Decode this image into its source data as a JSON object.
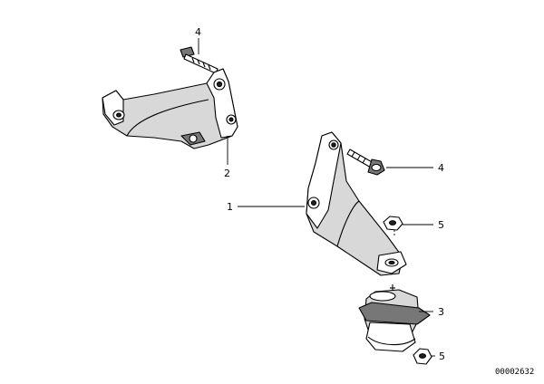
{
  "callouts": {
    "bracket_left": "2",
    "bracket_right": "1",
    "bolt_top": "4",
    "bolt_right": "4",
    "nut_top": "5",
    "engine_mount": "3",
    "nut_bottom": "5"
  },
  "document_id": "00002632"
}
